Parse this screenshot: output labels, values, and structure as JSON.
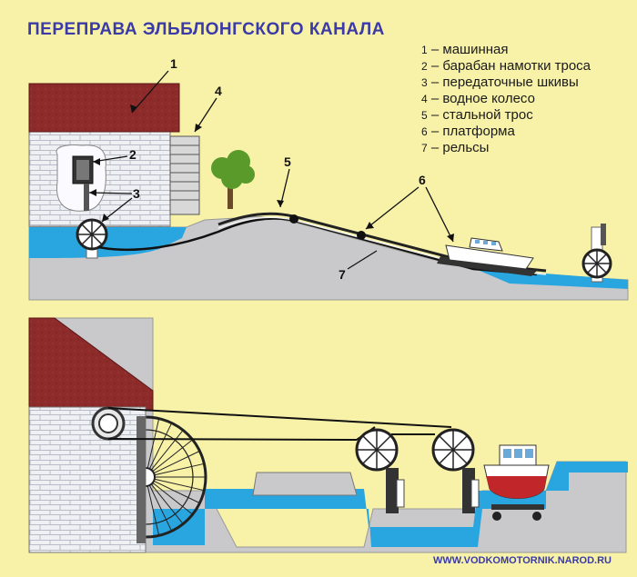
{
  "title": "ПЕРЕПРАВА ЭЛЬБЛОНГСКОГО КАНАЛА",
  "legend": [
    {
      "num": "1",
      "label": "машинная"
    },
    {
      "num": "2",
      "label": "барабан намотки троса"
    },
    {
      "num": "3",
      "label": "передаточные шкивы"
    },
    {
      "num": "4",
      "label": "водное колесо"
    },
    {
      "num": "5",
      "label": "стальной трос"
    },
    {
      "num": "6",
      "label": "платформа"
    },
    {
      "num": "7",
      "label": "рельсы"
    }
  ],
  "legend_separator": "–",
  "callouts": {
    "c1": "1",
    "c2": "2",
    "c3": "3",
    "c4": "4",
    "c5": "5",
    "c6": "6",
    "c7": "7"
  },
  "watermark": "WWW.VODKOMOTORNIK.NAROD.RU",
  "colors": {
    "background": "#f8f2a8",
    "water": "#29a6e0",
    "ground": "#c9c9cc",
    "roof": "#8d2a2a",
    "brick_wall": "#eef0f4",
    "title": "#3a3aa8"
  }
}
